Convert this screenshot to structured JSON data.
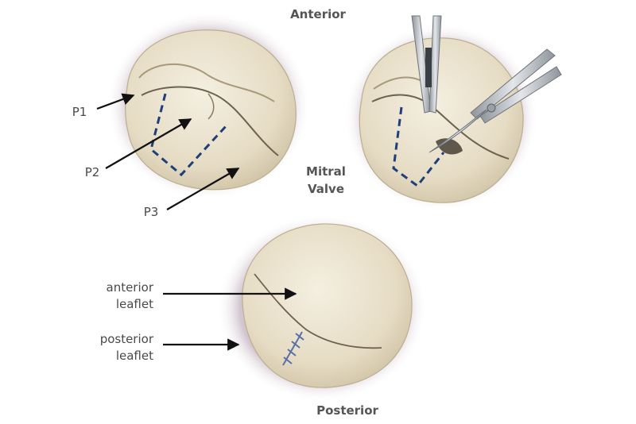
{
  "labels": {
    "anterior": "Anterior",
    "posterior": "Posterior",
    "mitral_line1": "Mitral",
    "mitral_line2": "Valve",
    "p1": "P1",
    "p2": "P2",
    "p3": "P3",
    "anterior_leaflet_line1": "anterior",
    "anterior_leaflet_line2": "leaflet",
    "posterior_leaflet_line1": "posterior",
    "posterior_leaflet_line2": "leaflet"
  },
  "colors": {
    "tissue": "#eae2cd",
    "tissue_shadow": "#c9bea4",
    "halo": "#cdbfc9",
    "dashed_outline": "#1f3f7a",
    "suture": "#5a6fa8",
    "arrow": "#111111",
    "instrument": "#b8bcc2"
  }
}
